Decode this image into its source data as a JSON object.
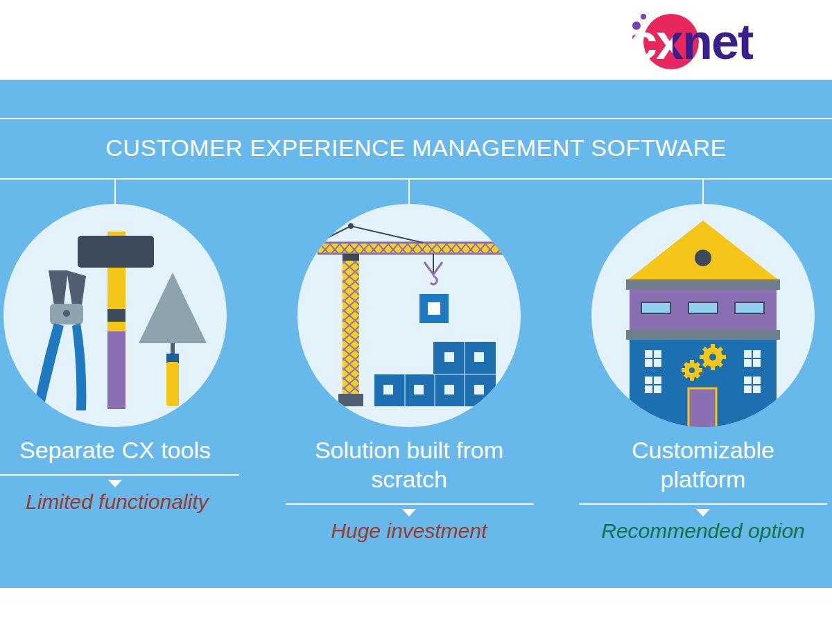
{
  "diagram": {
    "title": "CUSTOMER EXPERIENCE MANAGEMENT SOFTWARE",
    "nodes": [
      {
        "text": [
          "Separate CX tools",
          "Limited functionality"
        ]
      },
      {
        "text": [
          "Solution built from scratch",
          "Huge investment"
        ]
      },
      {
        "text": [
          "Customizable platform",
          "Recommended option"
        ]
      }
    ],
    "labels": [
      "cxnet"
    ]
  }
}
